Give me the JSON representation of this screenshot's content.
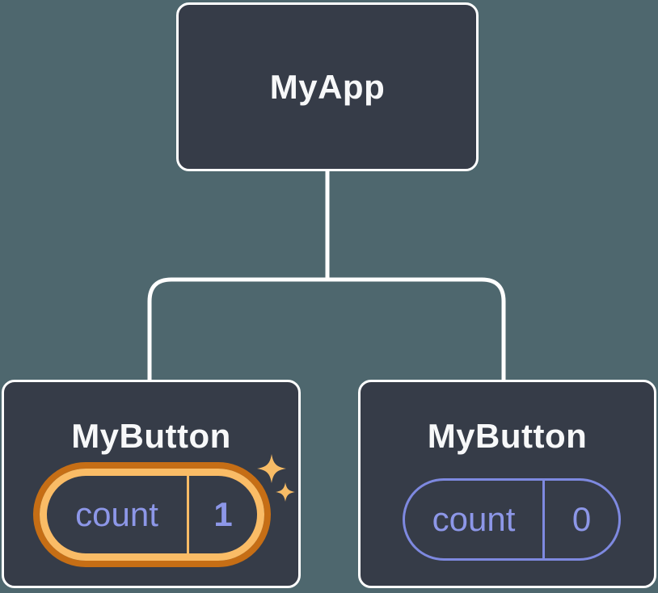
{
  "diagram": {
    "description": "Component tree with local state",
    "root": {
      "label": "MyApp"
    },
    "children": [
      {
        "label": "MyButton",
        "state_key": "count",
        "state_value": "1",
        "highlighted": true
      },
      {
        "label": "MyButton",
        "state_key": "count",
        "state_value": "0",
        "highlighted": false
      }
    ]
  },
  "colors": {
    "background": "#4e676e",
    "card_fill": "#363c48",
    "card_border": "#ffffff",
    "connector": "#ffffff",
    "title_text": "#f7f8f9",
    "state_text": "#8d97e8",
    "highlight_ring_outer": "#c66e15",
    "highlight_ring_inner": "#fabc66",
    "plain_pill_border": "#7e89e0",
    "sparkle": "#f8bc66"
  }
}
